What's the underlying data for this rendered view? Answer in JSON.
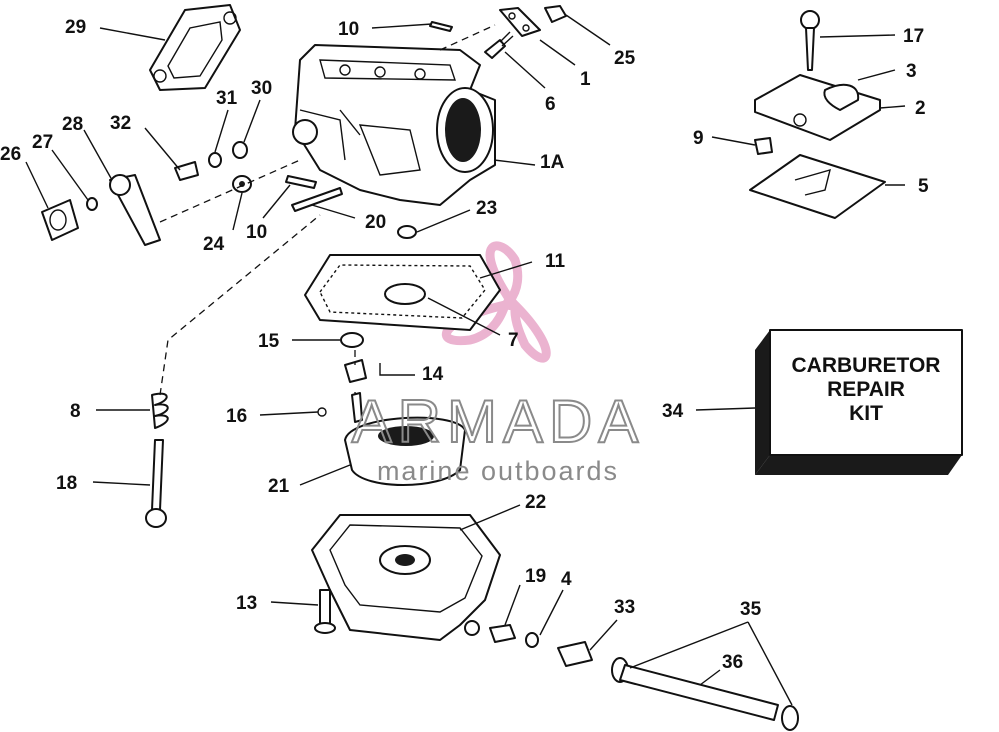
{
  "diagram": {
    "callouts": [
      "29",
      "10",
      "25",
      "17",
      "1",
      "3",
      "6",
      "2",
      "9",
      "5",
      "31",
      "30",
      "32",
      "28",
      "27",
      "26",
      "1A",
      "24",
      "10",
      "20",
      "23",
      "11",
      "7",
      "15",
      "14",
      "8",
      "16",
      "34",
      "21",
      "18",
      "22",
      "19",
      "4",
      "33",
      "35",
      "13",
      "36"
    ],
    "kit_box": {
      "lines": [
        "CARBURETOR",
        "REPAIR",
        "KIT"
      ]
    },
    "watermark": {
      "brand": "ARMADA",
      "tagline": "marine outboards",
      "accent_color": "#e8a6c8",
      "text_color": "#8a8a8a"
    }
  }
}
